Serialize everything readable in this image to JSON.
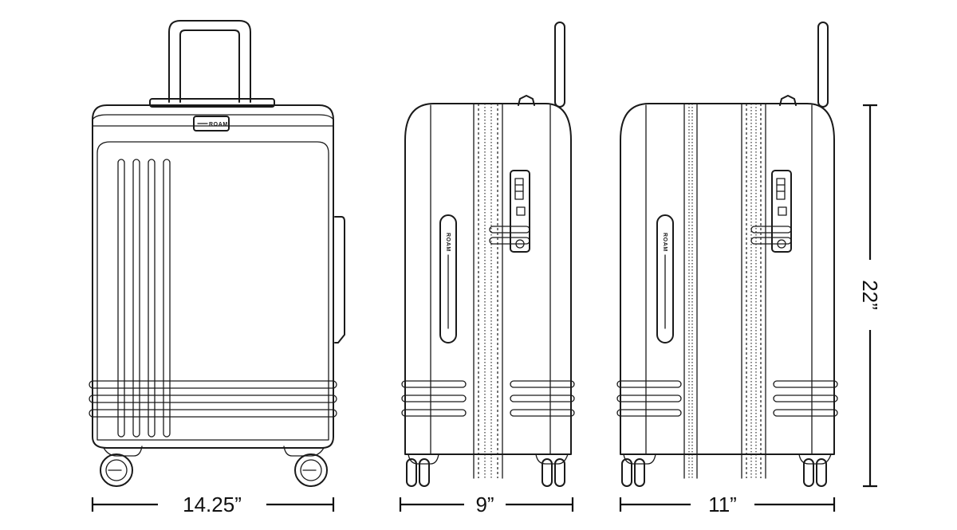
{
  "brand": "ROAM",
  "dimensions": {
    "width": "14.25”",
    "depth_side_a": "9”",
    "depth_side_b": "11”",
    "height": "22”"
  },
  "colors": {
    "line": "#1a1a1a",
    "background": "#ffffff"
  }
}
